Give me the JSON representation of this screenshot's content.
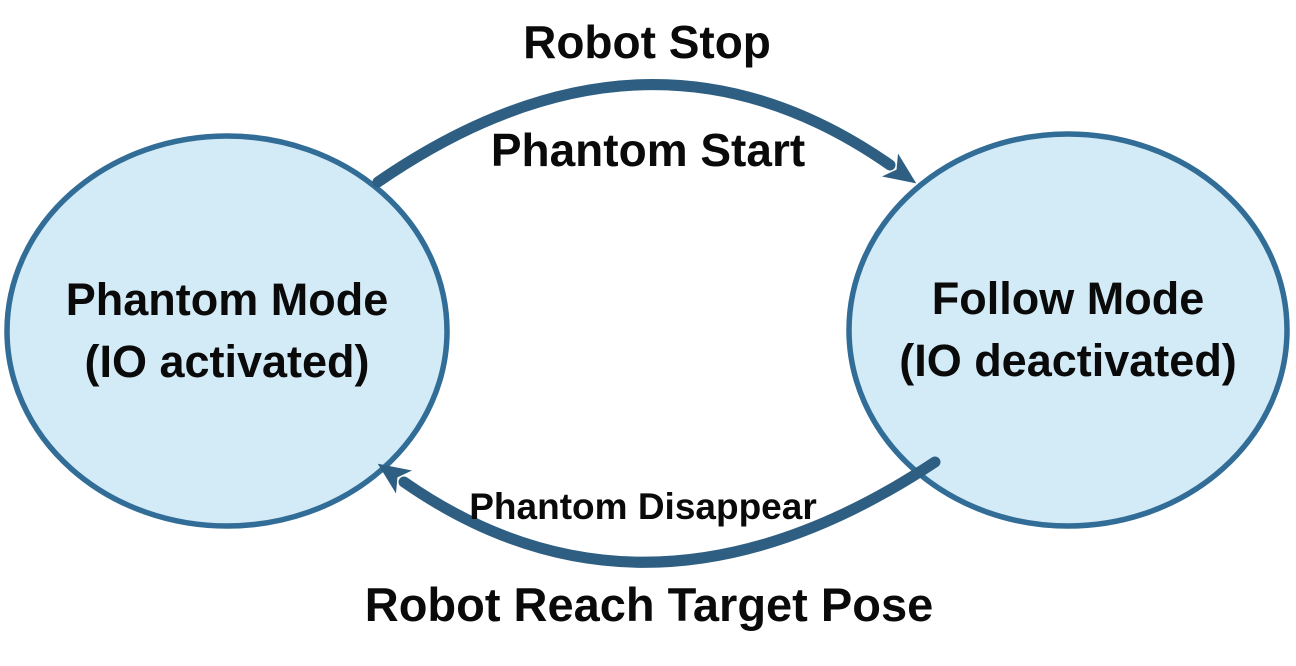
{
  "diagram": {
    "type": "state-machine",
    "nodes": {
      "phantom": {
        "title": "Phantom Mode",
        "subtitle": "(IO activated)"
      },
      "follow": {
        "title": "Follow Mode",
        "subtitle": "(IO deactivated)"
      }
    },
    "transitions": {
      "phantom_to_follow": {
        "outer_label": "Robot Stop",
        "inner_label": "Phantom Start",
        "direction": "left-to-right"
      },
      "follow_to_phantom": {
        "inner_label": "Phantom Disappear",
        "outer_label": "Robot Reach Target Pose",
        "direction": "right-to-left"
      }
    },
    "colors": {
      "background": "#ffffff",
      "node_fill": "#d3eaf7",
      "node_stroke": "#316d96",
      "arrow": "#2e5f82",
      "text": "#0a0a0a"
    }
  }
}
